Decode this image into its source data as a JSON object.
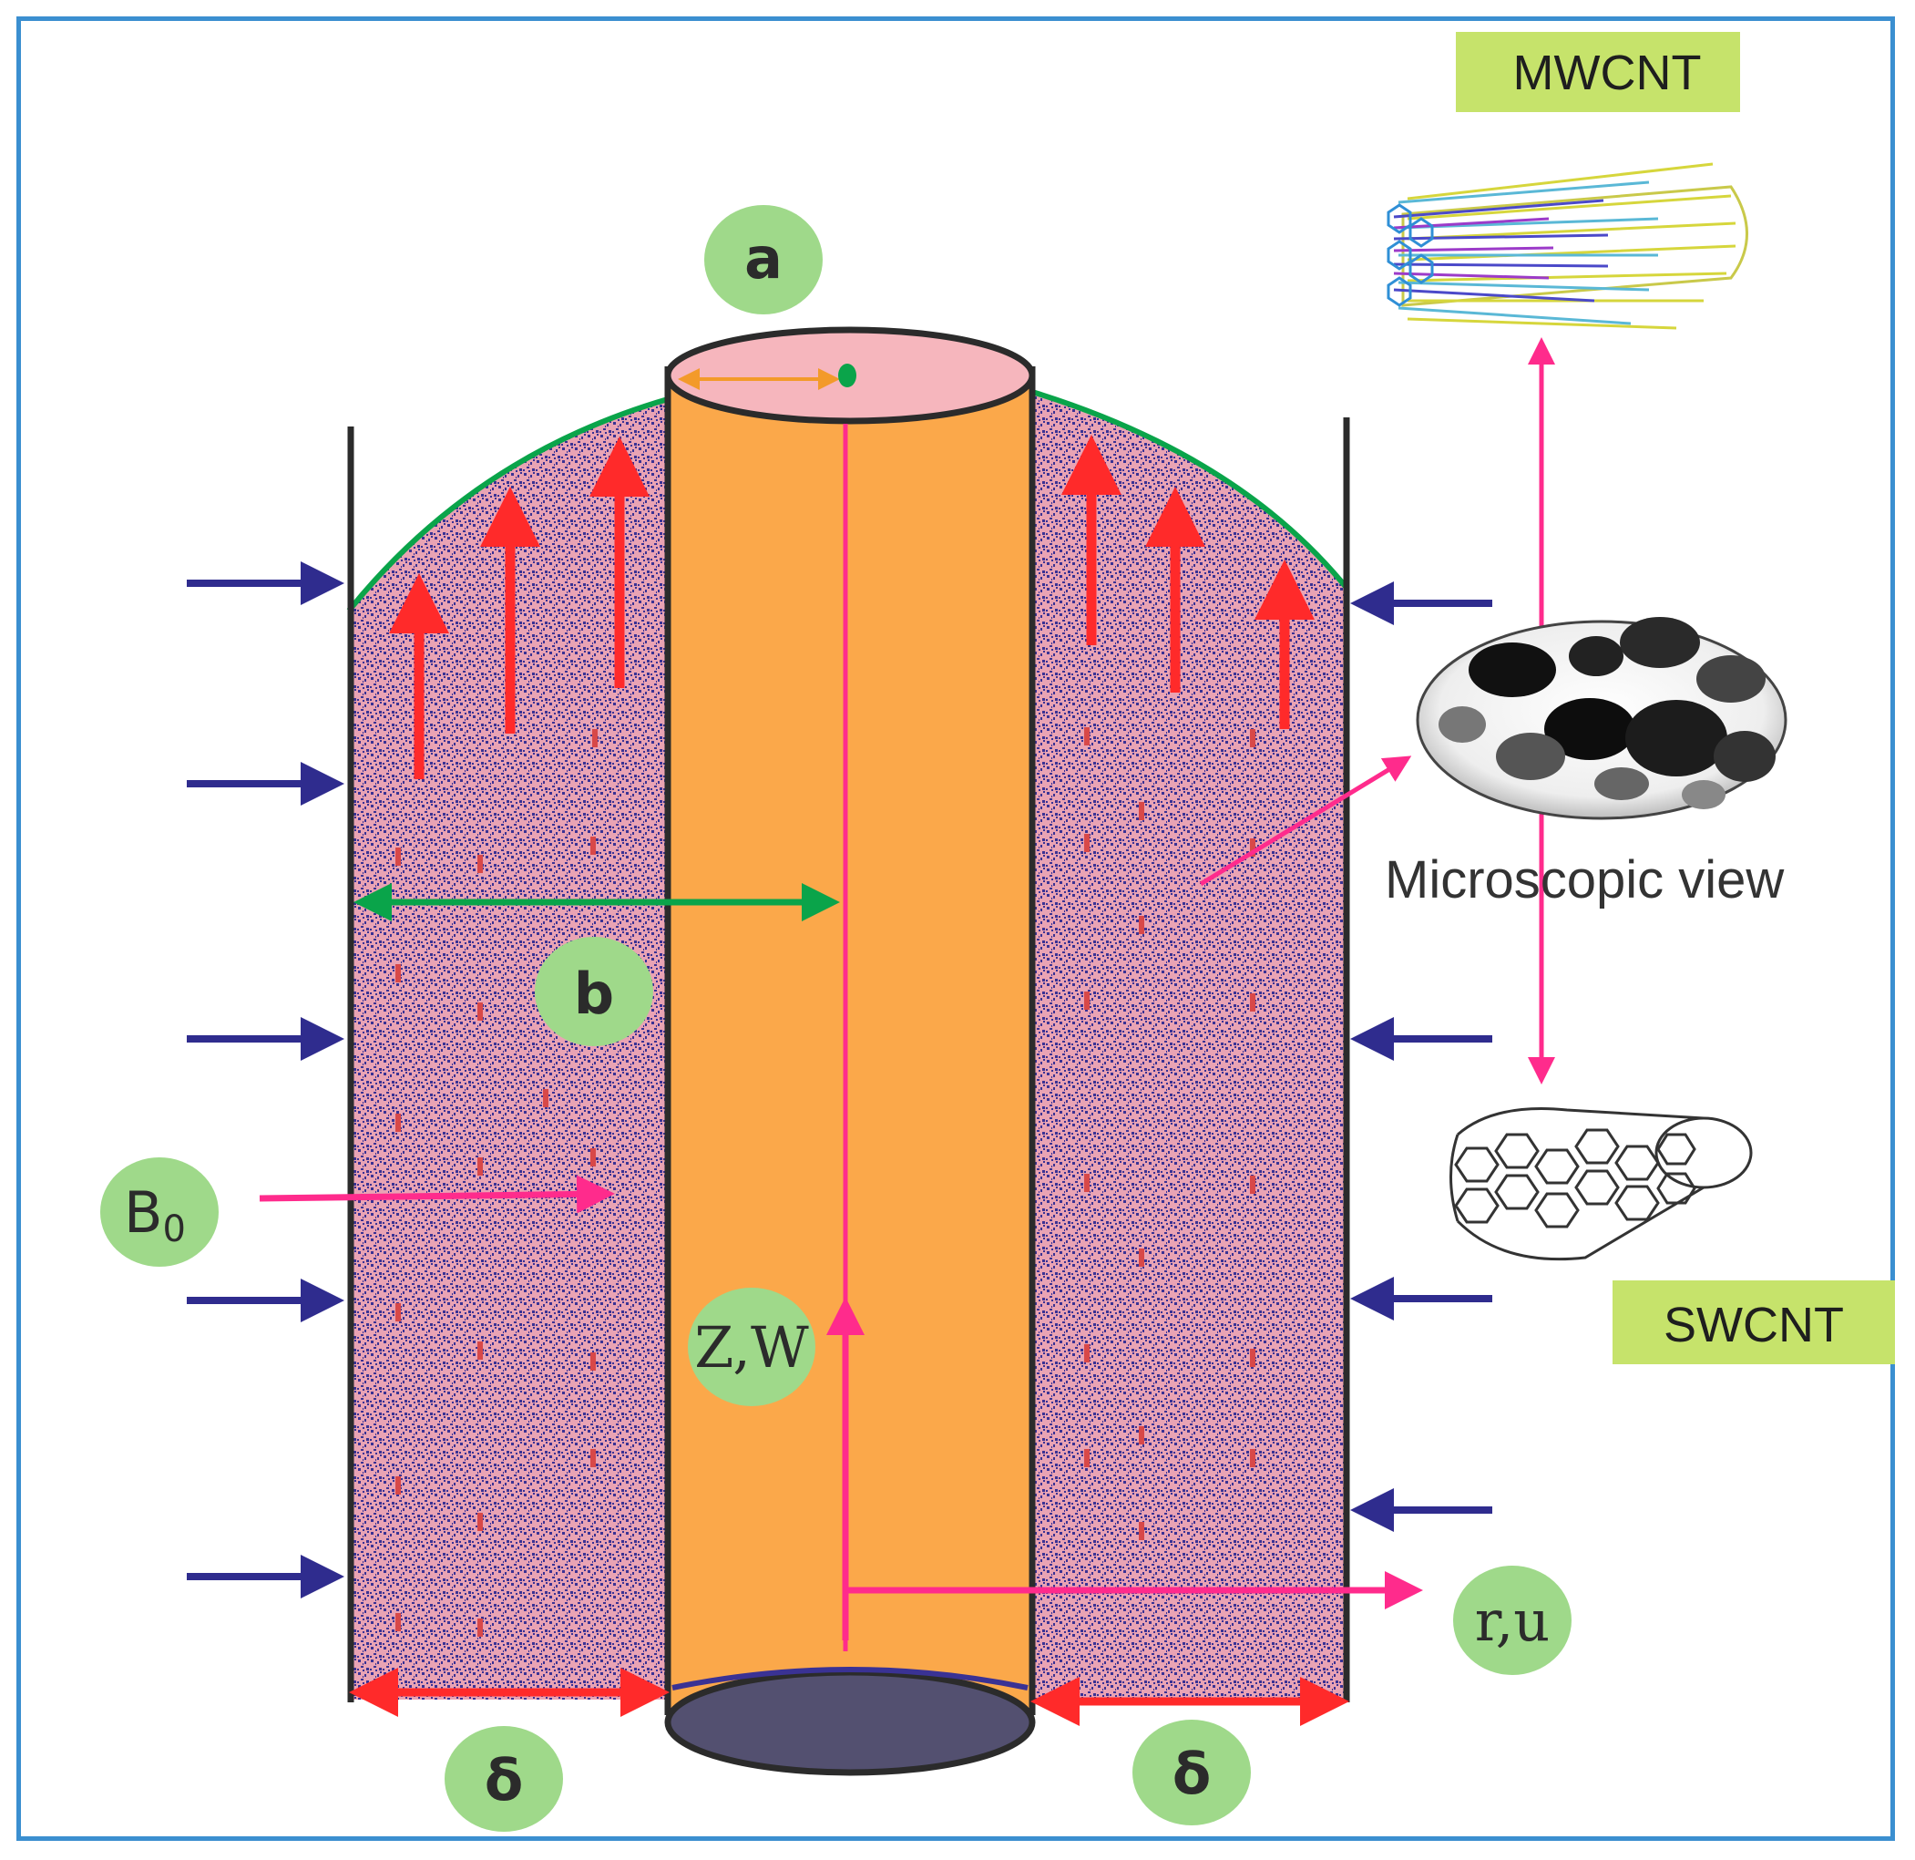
{
  "labels": {
    "a": "a",
    "b": "b",
    "b0_main": "B",
    "b0_sub": "0",
    "zw": "Z,W",
    "ru": "r,u",
    "delta_left": "δ",
    "delta_right": "δ"
  },
  "boxes": {
    "mwcnt": "MWCNT",
    "swcnt": "SWCNT"
  },
  "captions": {
    "microscopic": "Microscopic view"
  },
  "colors": {
    "frame": "#3b8fd0",
    "fluid_pink": "#e9a3b4",
    "fluid_blue": "#3a3294",
    "cylinder": "#fba84a",
    "cylinder_top": "#f6b6bd",
    "cylinder_bottom": "#535070",
    "badge": "#9fd98a",
    "label_box": "#c6e36b",
    "red_arrow": "#ff2a2a",
    "blue_arrow": "#2f2c8e",
    "magenta": "#ff2b8c",
    "green": "#0aa44a"
  },
  "icons": [
    "mwcnt-nanotube-icon",
    "swcnt-nanotube-icon",
    "microscope-sphere-icon"
  ]
}
